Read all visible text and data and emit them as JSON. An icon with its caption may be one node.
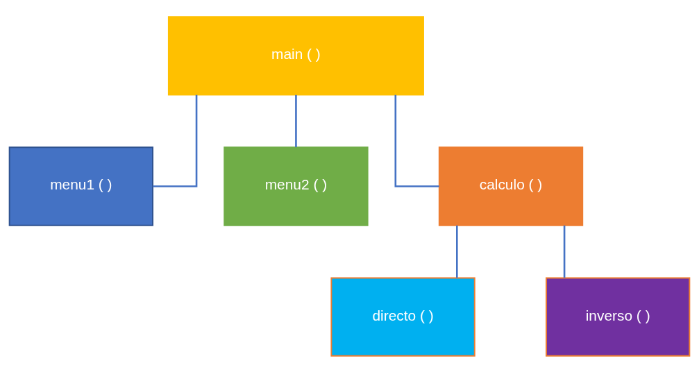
{
  "diagram": {
    "nodes": [
      {
        "text": [
          "main ( )"
        ]
      },
      {
        "text": [
          "menu1 ( )"
        ]
      },
      {
        "text": [
          "menu2 ( )"
        ]
      },
      {
        "text": [
          "calculo ( )"
        ]
      },
      {
        "text": [
          "directo ( )"
        ]
      },
      {
        "text": [
          "inverso ( )"
        ]
      }
    ],
    "edges": [
      {
        "from": 0,
        "to": 1,
        "arrow": "none"
      },
      {
        "from": 0,
        "to": 2,
        "arrow": "none"
      },
      {
        "from": 0,
        "to": 3,
        "arrow": "none"
      },
      {
        "from": 3,
        "to": 4,
        "arrow": "none"
      },
      {
        "from": 3,
        "to": 5,
        "arrow": "none"
      }
    ]
  }
}
